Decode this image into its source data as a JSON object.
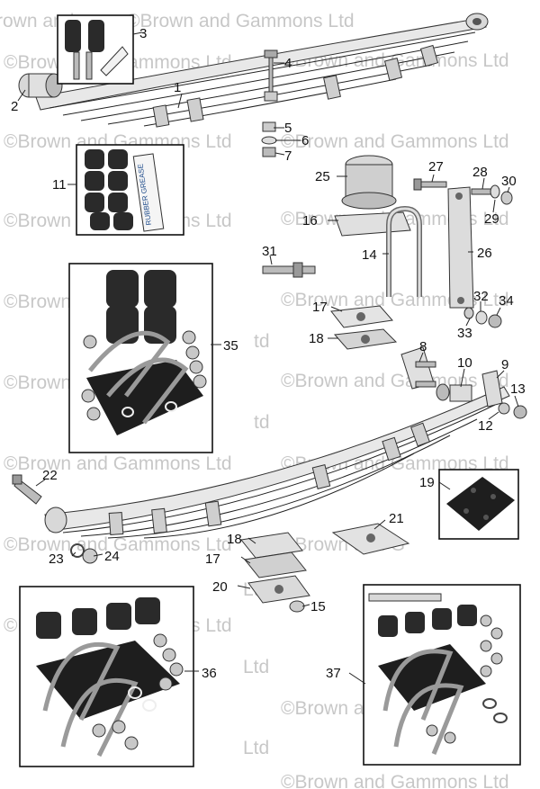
{
  "watermark": "©Brown and Gammons Ltd",
  "watermark_fragments": {
    "ltd": "Ltd",
    "td": "td",
    "brown": "©Brown",
    "brown_and_g": "©Brown and G",
    "brown_and": "Brown and"
  },
  "callouts": {
    "n1": "1",
    "n2": "2",
    "n3": "3",
    "n4": "4",
    "n5": "5",
    "n6": "6",
    "n7": "7",
    "n8": "8",
    "n9": "9",
    "n10": "10",
    "n11": "11",
    "n12": "12",
    "n13": "13",
    "n14": "14",
    "n15": "15",
    "n16": "16",
    "n17a": "17",
    "n17b": "17",
    "n18a": "18",
    "n18b": "18",
    "n19": "19",
    "n20": "20",
    "n21": "21",
    "n22": "22",
    "n23": "23",
    "n24": "24",
    "n25": "25",
    "n26": "26",
    "n27": "27",
    "n28": "28",
    "n29": "29",
    "n30": "30",
    "n31": "31",
    "n32": "32",
    "n33": "33",
    "n34": "34",
    "n35": "35",
    "n36": "36",
    "n37": "37"
  },
  "tube_labels": {
    "kit_3": "",
    "kit_11": "RUBBER GREASE"
  },
  "colors": {
    "background": "#ffffff",
    "spring_fill": "#e8e8e8",
    "rubber": "#2a2a2a",
    "metal": "#c8c8c8",
    "watermark": "#9a9a9a"
  }
}
